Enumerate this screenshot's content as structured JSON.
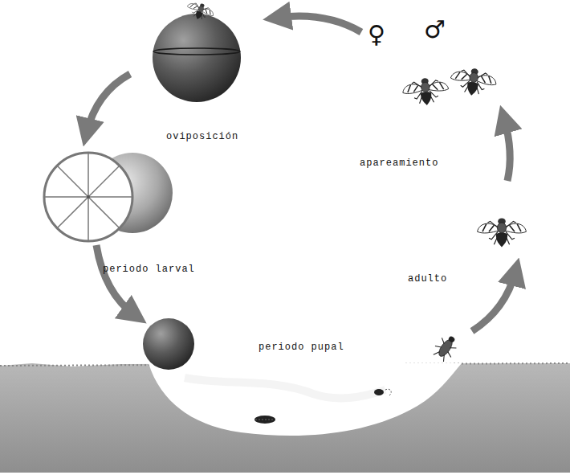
{
  "diagram": {
    "labels": [
      "oviposición",
      "periodo larval",
      "periodo pupal",
      "adulto",
      "apareamiento",
      "♀",
      "♂"
    ]
  }
}
